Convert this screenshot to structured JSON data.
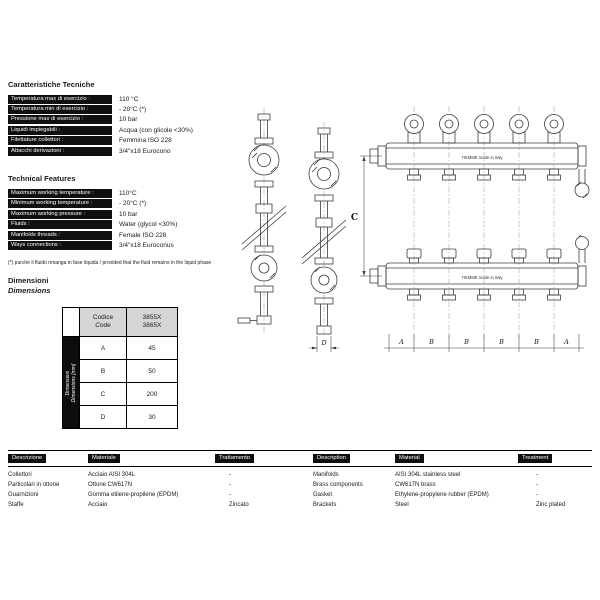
{
  "tech_it": {
    "title": "Caratteristiche Tecniche",
    "rows": [
      {
        "label": "Temperatura max di esercizio :",
        "value": "110 °C"
      },
      {
        "label": "Temperatura min di esercizio :",
        "value": "- 20°C (*)"
      },
      {
        "label": "Pressione max di esercizio :",
        "value": "10 bar"
      },
      {
        "label": "Liquidi impiegabili :",
        "value": "Acqua (con glicole <30%)"
      },
      {
        "label": "Filettature collettori :",
        "value": "Femmina ISO 228"
      },
      {
        "label": "Attacchi derivazioni :",
        "value": "3/4\"x18 Eurocono"
      }
    ]
  },
  "tech_en": {
    "title": "Technical Features",
    "rows": [
      {
        "label": "Maximum working temperature :",
        "value": "110°C"
      },
      {
        "label": "Minimum working temperature :",
        "value": "- 20°C (*)"
      },
      {
        "label": "Maximum working pressure :",
        "value": "10 bar"
      },
      {
        "label": "Fluids :",
        "value": "Water (glycol <30%)"
      },
      {
        "label": "Manifolds threads :",
        "value": "Female ISO 228"
      },
      {
        "label": "Ways connections :",
        "value": "3/4\"x18 Euroconus"
      }
    ]
  },
  "note": "(*) purché il fluido rimanga in fase liquida / provided that the fluid remains in the liquid phase",
  "dimensions": {
    "title_it": "Dimensioni",
    "title_en": "Dimensions",
    "side_label_line1": "Dimensioni",
    "side_label_line2": "Dimensions [mm]",
    "code_label_it": "Codice",
    "code_label_en": "Code",
    "codes": [
      "3855X",
      "3865X"
    ],
    "rows": [
      {
        "dim": "A",
        "value": "45"
      },
      {
        "dim": "B",
        "value": "50"
      },
      {
        "dim": "C",
        "value": "200"
      },
      {
        "dim": "D",
        "value": "30"
      }
    ]
  },
  "drawing": {
    "brand_text": "TIEMME made in Italy",
    "dim_labels_bottom": [
      "A",
      "B",
      "B",
      "B",
      "B",
      "A"
    ],
    "dim_label_c": "C",
    "dim_label_d": "D"
  },
  "materials": {
    "headers": [
      "Descrizione",
      "Materiale",
      "Trattamento",
      "Description",
      "Material",
      "Treatment"
    ],
    "rows": [
      [
        "Collettori",
        "Acciaio AISI 304L",
        "-",
        "Manifolds",
        "AISI 304L stainless steel",
        "-"
      ],
      [
        "Particolari in ottone",
        "Ottone CW617N",
        "-",
        "Brass components",
        "CW617N brass",
        "-"
      ],
      [
        "Guarnizioni",
        "Gomma etilene-propilene (EPDM)",
        "-",
        "Gasket",
        "Ethylene-propylene rubber (EPDM)",
        "-"
      ],
      [
        "Staffe",
        "Acciaio",
        "Zincato",
        "Brackets",
        "Steel",
        "Zinc plated"
      ]
    ]
  }
}
